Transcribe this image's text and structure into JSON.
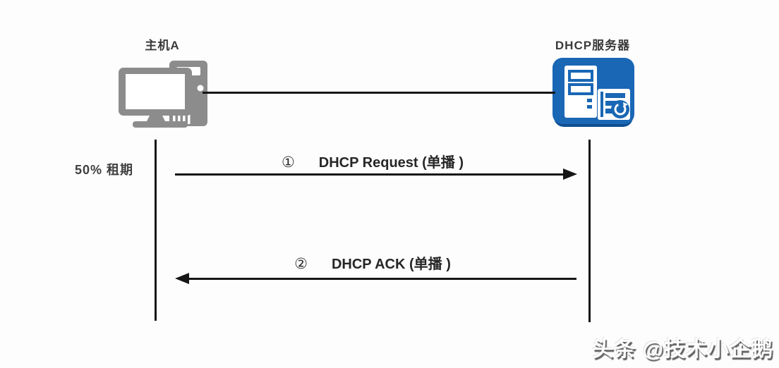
{
  "page": {
    "background": "#fdfdfd"
  },
  "diagram": {
    "type": "sequence-diagram",
    "topic": "DHCP lease renewal exchange",
    "actors": [
      {
        "id": "host-a",
        "label": "主机A",
        "icon": "desktop-computer-icon",
        "icon_color": "#8c8c8c"
      },
      {
        "id": "dhcp-server",
        "label": "DHCP服务器",
        "icon": "server-icon",
        "icon_color": "#1a67b5"
      }
    ],
    "lease_note": "50% 租期",
    "messages": [
      {
        "step": "①",
        "label": "DHCP Request (单播 )",
        "from": "host-a",
        "to": "dhcp-server",
        "direction": "right"
      },
      {
        "step": "②",
        "label": "DHCP ACK (单播 )",
        "from": "dhcp-server",
        "to": "host-a",
        "direction": "left"
      }
    ],
    "watermark": "头条 @技术小企鹅",
    "colors": {
      "line": "#161616",
      "text": "#3a3a3a",
      "server_blue": "#1a67b5",
      "host_gray": "#8c8c8c",
      "watermark_fill": "#ffffff"
    }
  }
}
